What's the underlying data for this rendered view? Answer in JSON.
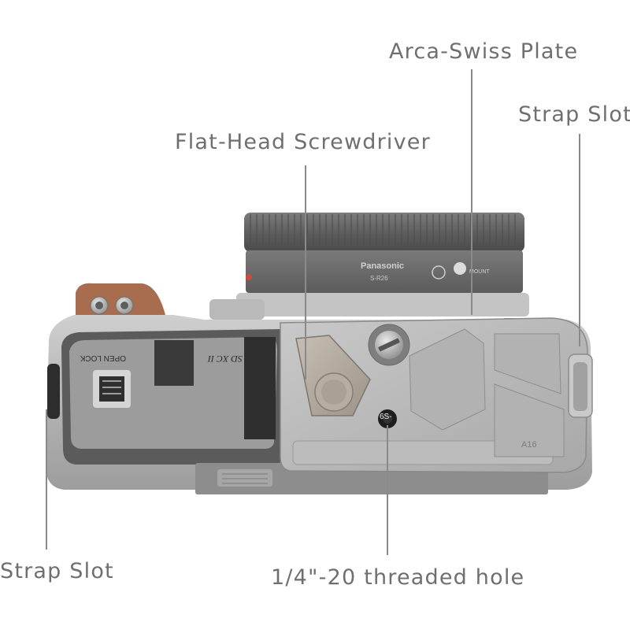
{
  "callouts": {
    "arca_swiss_plate": "Arca-Swiss Plate",
    "strap_slot_right": "Strap Slot",
    "flat_head_screwdriver": "Flat-Head Screwdriver",
    "strap_slot_left": "Strap Slot",
    "threaded_hole": "1/4\"-20 threaded hole"
  },
  "product_markings": {
    "brand": "Panasonic",
    "lens_cap_model": "S-R26",
    "mount": "MOUNT",
    "battery_door": "OPEN LOCK",
    "card_logo": "SD XC II",
    "plate_model": "A16",
    "hole_label": "6S-"
  }
}
